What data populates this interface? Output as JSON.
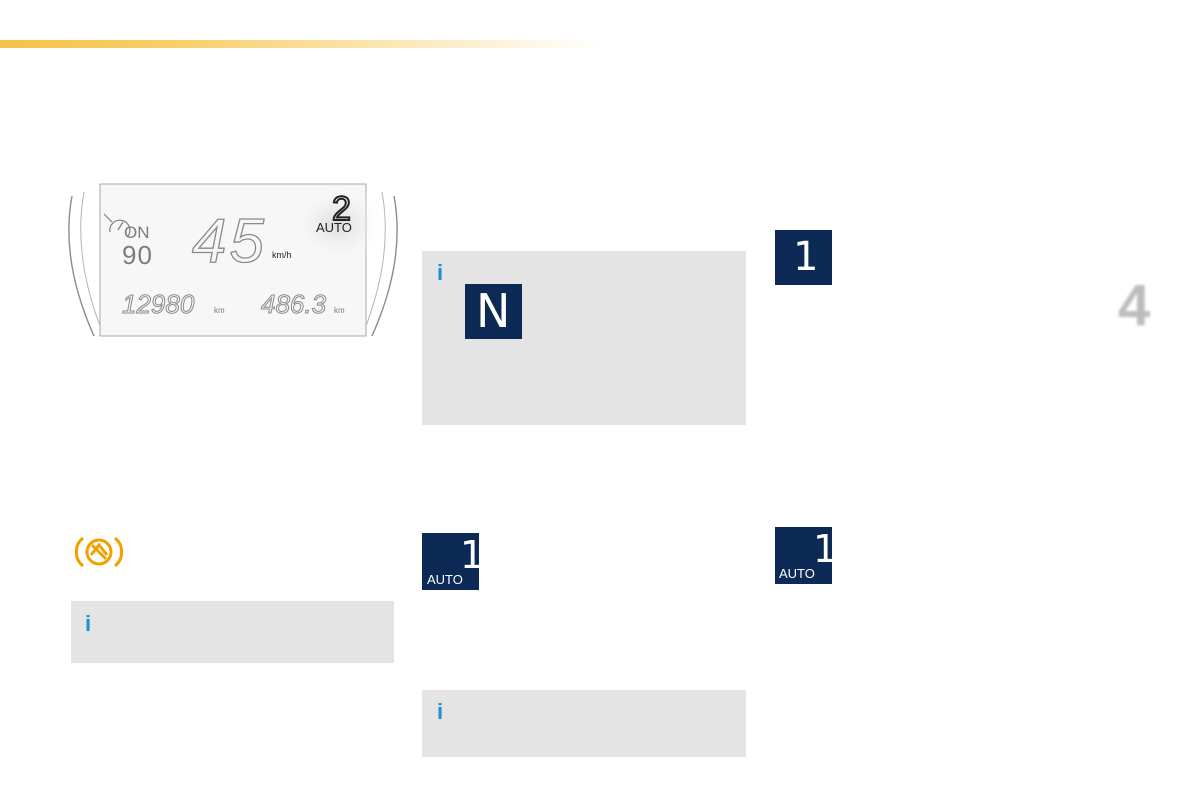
{
  "chapter": {
    "number": "4"
  },
  "colors": {
    "accent_bar": "#f6c24a",
    "badge_bg": "#0c2a55",
    "info_blue": "#1a8fd0",
    "info_box_bg": "#e4e4e5",
    "warning_orange": "#f1a000"
  },
  "cluster": {
    "speed_limiter_status": "ON",
    "limit_value": "90",
    "speed_value": "45",
    "speed_unit": "km/h",
    "gear": "2",
    "gear_mode": "AUTO",
    "odometer_value": "12980",
    "odometer_unit": "km",
    "trip_value": "486.3",
    "trip_unit": "km"
  },
  "icons": {
    "warning": "automatic-gearbox-warning-icon",
    "info": "info-icon"
  },
  "info_boxes": [
    {
      "glyph": "i"
    },
    {
      "glyph": "i"
    },
    {
      "glyph": "i"
    }
  ],
  "badges": {
    "neutral": {
      "gear": "N"
    },
    "first_auto_mid": {
      "gear": "1",
      "mode": "AUTO"
    },
    "first_manual": {
      "gear": "1"
    },
    "first_auto_right": {
      "gear": "1",
      "mode": "AUTO"
    }
  }
}
